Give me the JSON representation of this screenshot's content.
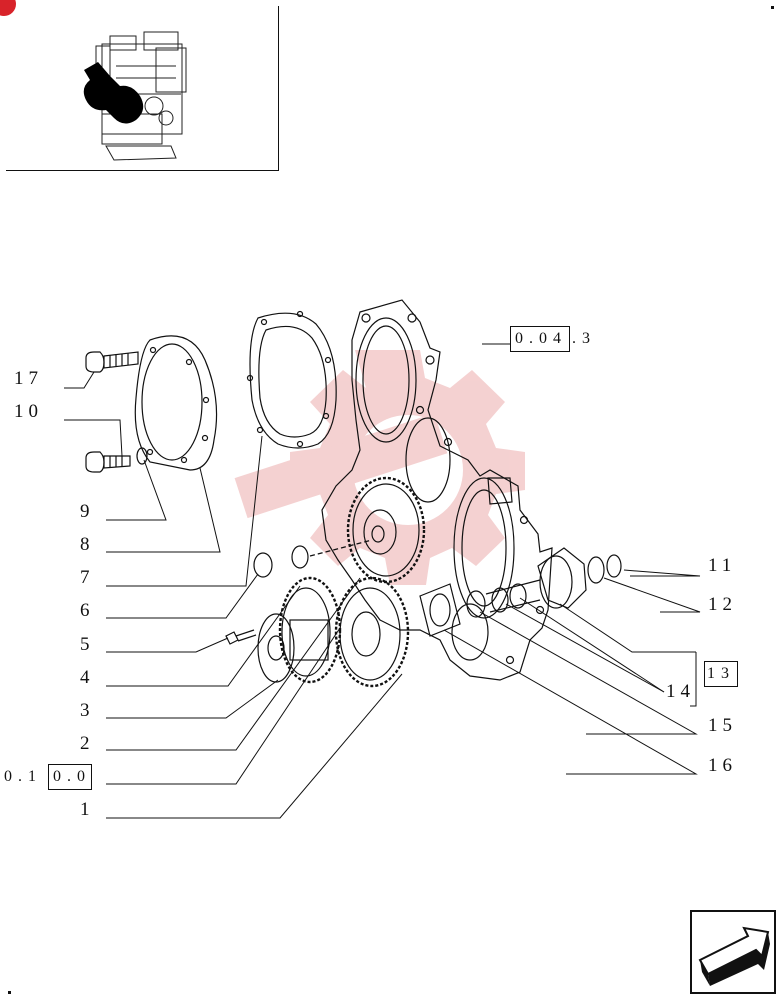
{
  "thumbnail": {
    "icon": "engine-location-thumbnail"
  },
  "callouts": {
    "c17": "17",
    "c10": "10",
    "c9": "9",
    "c8": "8",
    "c7": "7",
    "c6": "6",
    "c5": "5",
    "c4": "4",
    "c3": "3",
    "c2": "2",
    "c1": "1",
    "c11": "11",
    "c12": "12",
    "c14": "14",
    "c15": "15",
    "c16": "16"
  },
  "references": {
    "ref_top_boxed": "0.04",
    "ref_top_suffix": ".3",
    "ref_left_prefix": "0.1",
    "ref_left_boxed": "0.0",
    "ref_13": "13"
  },
  "navigation": {
    "next_icon": "next-page-arrow-icon"
  },
  "colors": {
    "watermark": "#f3c9c9",
    "line": "#111111",
    "badge": "#d8232a"
  }
}
